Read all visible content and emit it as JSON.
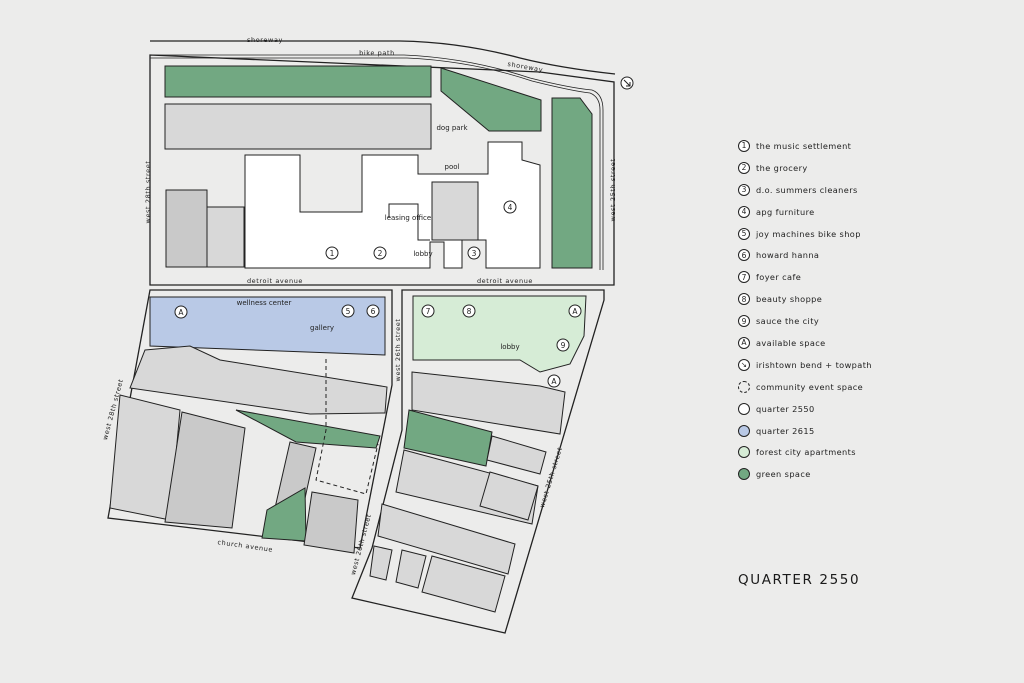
{
  "streets": {
    "shoreway_top": "shoreway",
    "shoreway_right": "shoreway",
    "bike_path": "bike path",
    "west_28th_top": "west 28th street",
    "west_28th_bottom": "west 28th street",
    "west_25th_top": "west 25th street",
    "west_25th_bottom": "west 25th street",
    "west_26th_mid": "west 26th street",
    "west_26th_bottom": "west 26th street",
    "detroit_left": "detroit avenue",
    "detroit_right": "detroit avenue",
    "church": "church avenue"
  },
  "labels": {
    "dog_park": "dog park",
    "pool": "pool",
    "leasing_office": "leasing office",
    "lobby_north": "lobby",
    "wellness_center": "wellness center",
    "gallery": "gallery",
    "lobby_east": "lobby"
  },
  "markers": {
    "m1": "1",
    "m2": "2",
    "m3": "3",
    "m4": "4",
    "m5": "5",
    "m6": "6",
    "m7": "7",
    "m8": "8",
    "m9": "9",
    "mA": "A"
  },
  "legend": [
    {
      "symbol": "1",
      "label": "the music settlement",
      "style": "num"
    },
    {
      "symbol": "2",
      "label": "the grocery",
      "style": "num"
    },
    {
      "symbol": "3",
      "label": "d.o. summers cleaners",
      "style": "num"
    },
    {
      "symbol": "4",
      "label": "apg furniture",
      "style": "num"
    },
    {
      "symbol": "5",
      "label": "joy machines bike shop",
      "style": "num"
    },
    {
      "symbol": "6",
      "label": "howard hanna",
      "style": "num"
    },
    {
      "symbol": "7",
      "label": "foyer cafe",
      "style": "num"
    },
    {
      "symbol": "8",
      "label": "beauty shoppe",
      "style": "num"
    },
    {
      "symbol": "9",
      "label": "sauce the city",
      "style": "num"
    },
    {
      "symbol": "A",
      "label": "available space",
      "style": "num"
    },
    {
      "symbol": "↘",
      "label": "irishtown bend + towpath",
      "style": "num"
    },
    {
      "symbol": "",
      "label": "community event space",
      "style": "dashed"
    },
    {
      "symbol": "",
      "label": "quarter 2550",
      "style": "white"
    },
    {
      "symbol": "",
      "label": "quarter 2615",
      "style": "blue"
    },
    {
      "symbol": "",
      "label": "forest city apartments",
      "style": "lightgreen"
    },
    {
      "symbol": "",
      "label": "green space",
      "style": "green"
    }
  ],
  "colors": {
    "background": "#ececeb",
    "white_building": "#ffffff",
    "blue_quarter_2615": "#b9c9e6",
    "light_green_forest_city": "#d6ecd6",
    "green_space": "#72a882",
    "gray_lot": "#d8d8d8",
    "gray_building": "#c9c9c9"
  },
  "title": "QUARTER 2550"
}
